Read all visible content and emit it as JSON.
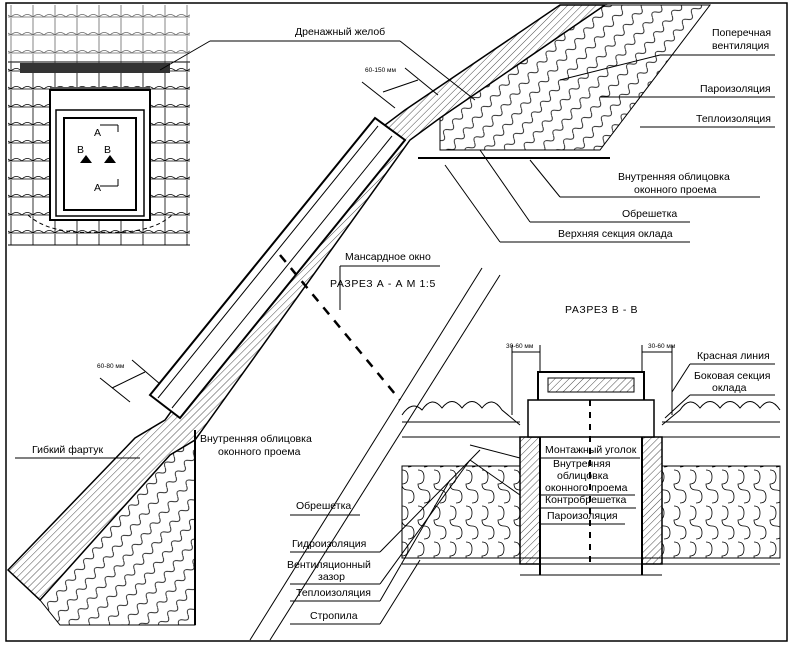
{
  "section_a": {
    "title": "РАЗРЕЗ А - А М 1:5",
    "labels": {
      "drainage_gutter": "Дренажный желоб",
      "cross_ventilation_1": "Поперечная",
      "cross_ventilation_2": "вентиляция",
      "vapor_barrier": "Пароизоляция",
      "thermal_insulation_top": "Теплоизоляция",
      "inner_lining_top_1": "Внутренняя облицовка",
      "inner_lining_top_2": "оконного проема",
      "batten_top": "Обрешетка",
      "upper_flashing": "Верхняя секция оклада",
      "roof_window": "Мансардное окно",
      "flexible_apron": "Гибкий фартук",
      "inner_lining_bottom_1": "Внутренняя облицовка",
      "inner_lining_bottom_2": "оконного проема",
      "batten_bottom": "Обрешетка",
      "waterproofing": "Гидроизоляция",
      "ventilation_gap_1": "Вентиляционный",
      "ventilation_gap_2": "зазор",
      "thermal_insulation_bottom": "Теплоизоляция",
      "rafters": "Стропила"
    },
    "dims": {
      "top": "60-150 мм",
      "bottom": "60-80 мм"
    }
  },
  "section_b": {
    "title": "РАЗРЕЗ В - В",
    "labels": {
      "red_line": "Красная линия",
      "side_flashing_1": "Боковая секция",
      "side_flashing_2": "оклада",
      "mounting_bracket": "Монтажный уголок",
      "inner_lining_1": "Внутренняя",
      "inner_lining_2": "облицовка",
      "inner_lining_3": "оконного проема",
      "counter_batten": "Контробрешетка",
      "vapor_barrier": "Пароизоляция"
    },
    "dims": {
      "left": "30-60 мм",
      "right": "30-60 мм"
    }
  },
  "key_plan": {
    "markers": {
      "a": "А",
      "b": "В"
    }
  }
}
